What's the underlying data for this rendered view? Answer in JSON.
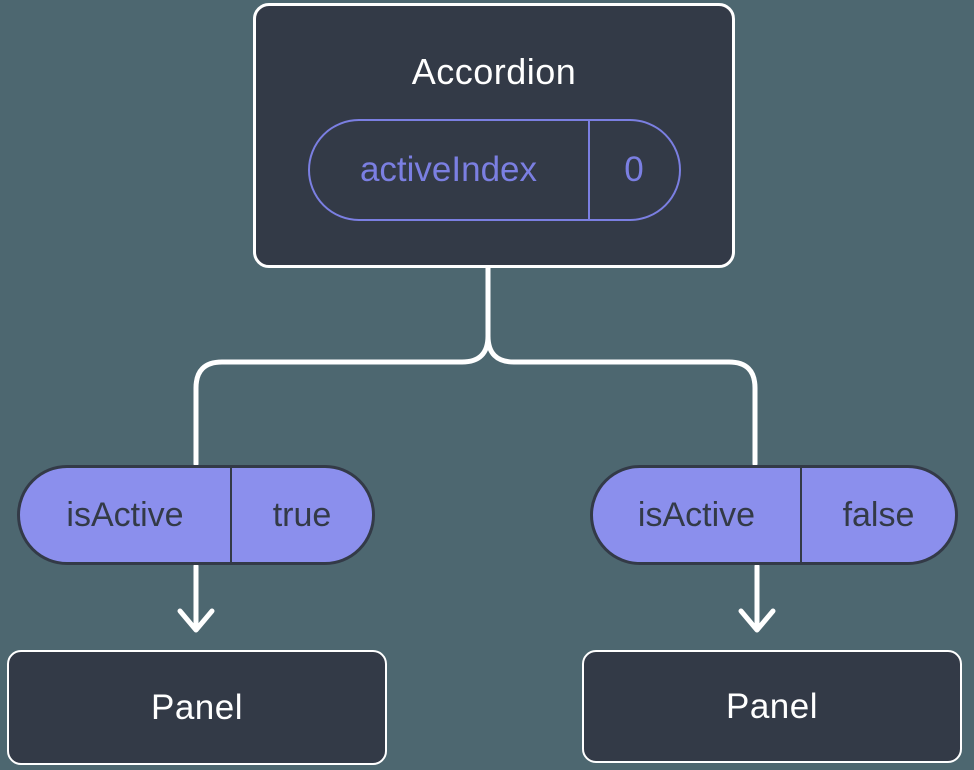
{
  "colors": {
    "background": "#4D6770",
    "node_fill": "#333A47",
    "node_border": "#FFFFFF",
    "pill_fill": "#8B8FED",
    "accent_purple": "#7B7FE2",
    "pill_text": "#333A47",
    "connector": "#FFFFFF"
  },
  "tree": {
    "root": {
      "title": "Accordion",
      "prop": {
        "name": "activeIndex",
        "value": "0"
      }
    },
    "branches": [
      {
        "prop": {
          "name": "isActive",
          "value": "true"
        },
        "child": {
          "title": "Panel"
        }
      },
      {
        "prop": {
          "name": "isActive",
          "value": "false"
        },
        "child": {
          "title": "Panel"
        }
      }
    ]
  }
}
